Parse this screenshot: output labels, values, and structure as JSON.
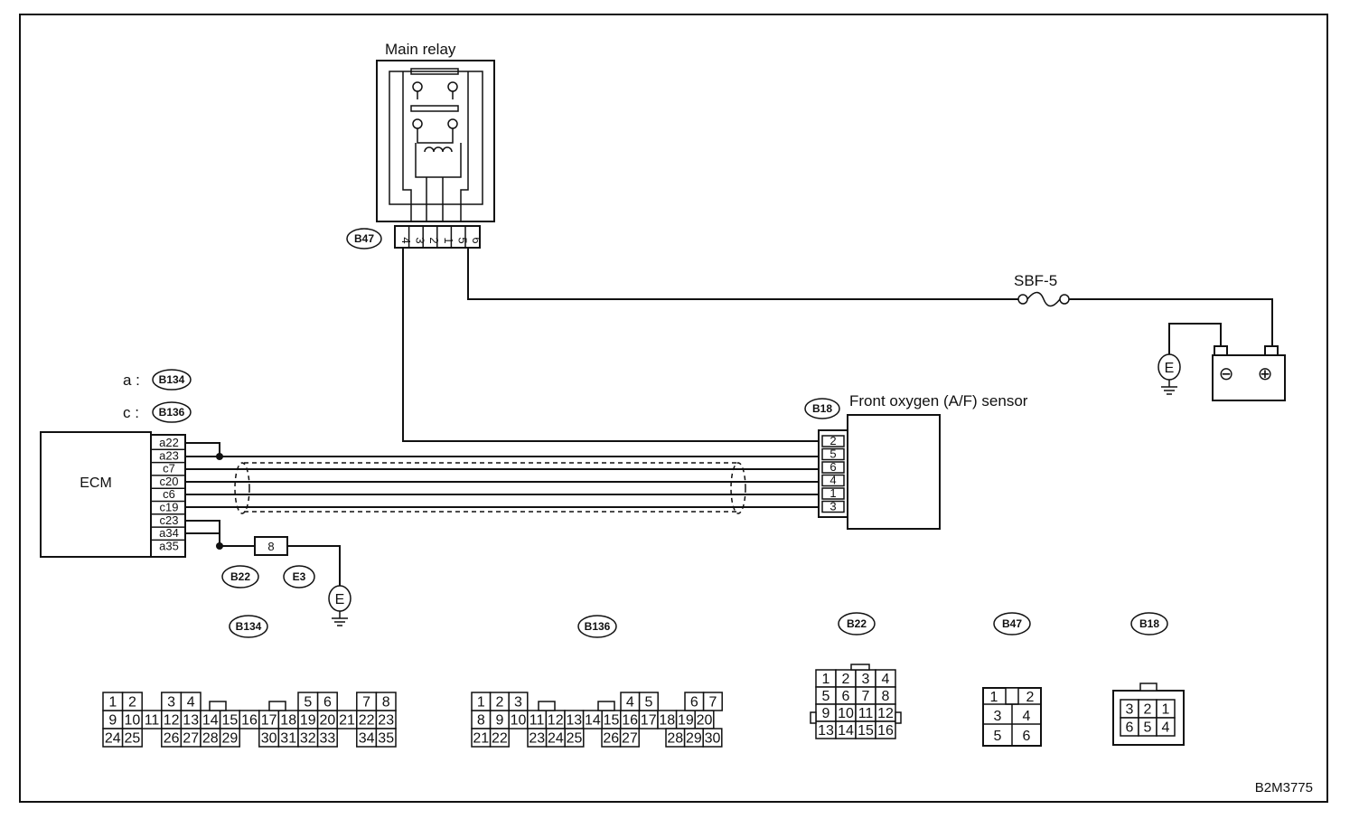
{
  "labels": {
    "main_relay": "Main relay",
    "sbf": "SBF-5",
    "sensor": "Front oxygen (A/F) sensor",
    "ecm": "ECM",
    "ground": "E",
    "code": "B2M3775",
    "a_prefix": "a :",
    "c_prefix": "c :",
    "plus": "⊕",
    "minus": "⊖"
  },
  "tags": {
    "b47": "B47",
    "b134": "B134",
    "b136": "B136",
    "b18": "B18",
    "b22": "B22",
    "e3": "E3"
  },
  "relay_pins": [
    "4",
    "3",
    "2",
    "1",
    "5",
    "6"
  ],
  "ecm_pins": [
    "a22",
    "a23",
    "c7",
    "c20",
    "c6",
    "c19",
    "c23",
    "a34",
    "a35"
  ],
  "sensor_pins": [
    "2",
    "5",
    "6",
    "4",
    "1",
    "3"
  ],
  "joint_pin": "8",
  "connectors": {
    "b134": {
      "r1": [
        "1",
        "2",
        "3",
        "4",
        "5",
        "6",
        "7",
        "8"
      ],
      "r2": [
        "9",
        "10",
        "11",
        "12",
        "13",
        "14",
        "15",
        "16",
        "17",
        "18",
        "19",
        "20",
        "21",
        "22",
        "23"
      ],
      "r3": [
        "24",
        "25",
        "26",
        "27",
        "28",
        "29",
        "30",
        "31",
        "32",
        "33",
        "34",
        "35"
      ]
    },
    "b136": {
      "r1": [
        "1",
        "2",
        "3",
        "4",
        "5",
        "6",
        "7"
      ],
      "r2": [
        "8",
        "9",
        "10",
        "11",
        "12",
        "13",
        "14",
        "15",
        "16",
        "17",
        "18",
        "19",
        "20"
      ],
      "r3": [
        "21",
        "22",
        "23",
        "24",
        "25",
        "26",
        "27",
        "28",
        "29",
        "30"
      ]
    },
    "b22": {
      "r1": [
        "1",
        "2",
        "3",
        "4"
      ],
      "r2": [
        "5",
        "6",
        "7",
        "8"
      ],
      "r3": [
        "9",
        "10",
        "11",
        "12"
      ],
      "r4": [
        "13",
        "14",
        "15",
        "16"
      ]
    },
    "b47": {
      "r1": [
        "1",
        "2"
      ],
      "r2": [
        "3",
        "4"
      ],
      "r3": [
        "5",
        "6"
      ]
    },
    "b18": {
      "r1": [
        "3",
        "2",
        "1"
      ],
      "r2": [
        "6",
        "5",
        "4"
      ]
    }
  }
}
